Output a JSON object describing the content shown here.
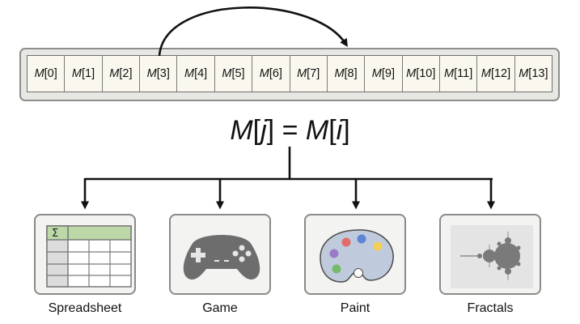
{
  "array": {
    "cells": [
      {
        "name": "M",
        "index": "[0]"
      },
      {
        "name": "M",
        "index": "[1]"
      },
      {
        "name": "M",
        "index": "[2]"
      },
      {
        "name": "M",
        "index": "[3]"
      },
      {
        "name": "M",
        "index": "[4]"
      },
      {
        "name": "M",
        "index": "[5]"
      },
      {
        "name": "M",
        "index": "[6]"
      },
      {
        "name": "M",
        "index": "[7]"
      },
      {
        "name": "M",
        "index": "[8]"
      },
      {
        "name": "M",
        "index": "[9]"
      },
      {
        "name": "M",
        "index": "[10]"
      },
      {
        "name": "M",
        "index": "[11]"
      },
      {
        "name": "M",
        "index": "[12]"
      },
      {
        "name": "M",
        "index": "[13]"
      }
    ],
    "arrow": {
      "from_cell": 3,
      "to_cell": 8
    }
  },
  "formula": {
    "lhs_var": "M",
    "lhs_open": "[",
    "lhs_index": "j",
    "lhs_close": "]",
    "equals": " = ",
    "rhs_var": "M",
    "rhs_open": "[",
    "rhs_index": "i",
    "rhs_close": "]"
  },
  "applications": [
    {
      "label": "Spreadsheet",
      "icon": "spreadsheet-icon"
    },
    {
      "label": "Game",
      "icon": "gamepad-icon"
    },
    {
      "label": "Paint",
      "icon": "paint-palette-icon"
    },
    {
      "label": "Fractals",
      "icon": "mandelbrot-fractal-icon"
    }
  ],
  "spreadsheet_symbol": "Σ",
  "colors": {
    "array_frame": "#e7e7e4",
    "cell_fill": "#faf8ee",
    "card_fill": "#f3f3f1",
    "spreadsheet_header": "#bcd7a8",
    "gamepad": "#6d6d6d",
    "palette": "#c0cadd",
    "paint_red": "#e36b6b",
    "paint_blue": "#5b86d8",
    "paint_yellow": "#f2cf55",
    "paint_green": "#76bb6a",
    "paint_purple": "#9c7bc6",
    "fractal": "#7a7a7a"
  }
}
